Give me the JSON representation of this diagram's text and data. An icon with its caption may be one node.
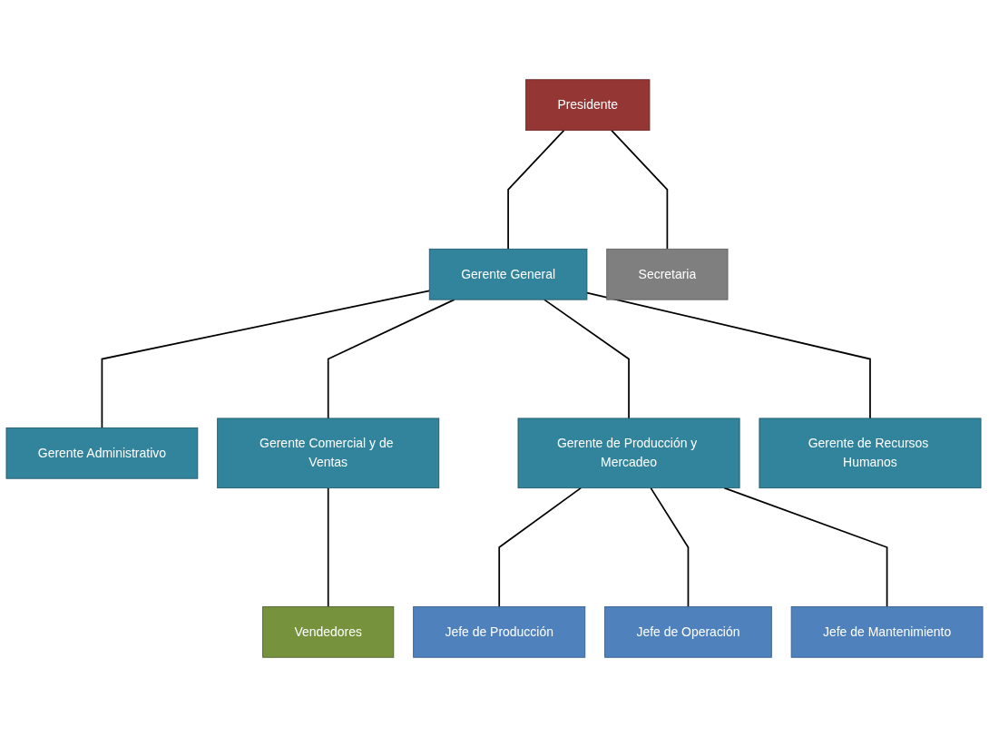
{
  "diagram": {
    "nodes": [
      {
        "text": [
          "Presidente"
        ]
      },
      {
        "text": [
          "Secretaria"
        ]
      },
      {
        "text": [
          "Gerente General"
        ]
      },
      {
        "text": [
          "Gerente Administrativo"
        ]
      },
      {
        "text": [
          "Gerente Comercial y de Ventas"
        ]
      },
      {
        "text": [
          "Gerente de Producción y Mercadeo"
        ]
      },
      {
        "text": [
          "Gerente de Recursos Humanos"
        ]
      },
      {
        "text": [
          "Vendedores"
        ]
      },
      {
        "text": [
          "Jefe de Producción"
        ]
      },
      {
        "text": [
          "Jefe de Operación"
        ]
      },
      {
        "text": [
          "Jefe de Mantenimiento"
        ]
      }
    ],
    "edges": [
      {
        "from": 0,
        "to": 1,
        "arrow": "none"
      },
      {
        "from": 0,
        "to": 2,
        "arrow": "none"
      },
      {
        "from": 2,
        "to": 3,
        "arrow": "none"
      },
      {
        "from": 2,
        "to": 4,
        "arrow": "none"
      },
      {
        "from": 2,
        "to": 5,
        "arrow": "none"
      },
      {
        "from": 2,
        "to": 6,
        "arrow": "none"
      },
      {
        "from": 4,
        "to": 7,
        "arrow": "none"
      },
      {
        "from": 5,
        "to": 8,
        "arrow": "none"
      },
      {
        "from": 5,
        "to": 9,
        "arrow": "none"
      },
      {
        "from": 5,
        "to": 10,
        "arrow": "none"
      }
    ]
  }
}
